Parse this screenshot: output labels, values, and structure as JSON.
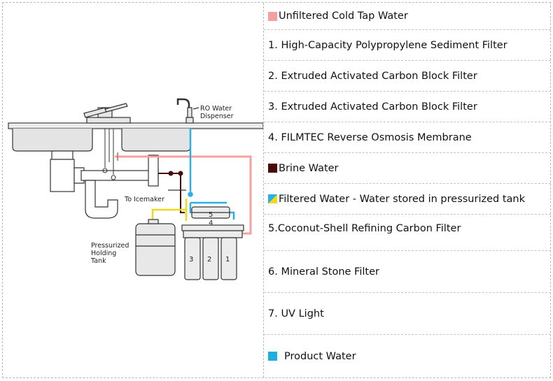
{
  "diagram": {
    "labels": {
      "ro_dispenser_line1": "RO Water",
      "ro_dispenser_line2": "Dispenser",
      "icemaker": "To Icemaker",
      "tank_line1": "Pressurized",
      "tank_line2": "Holding",
      "tank_line3": "Tank",
      "stage_1": "1",
      "stage_2": "2",
      "stage_3": "3",
      "stage_4": "4",
      "stage_5": "5"
    },
    "colors": {
      "unfiltered": "#f4a0a0",
      "brine": "#4a0a0a",
      "filtered": "#2ab0e4",
      "yellow": "#f0d820",
      "product": "#1eaee0"
    }
  },
  "legend": {
    "items": [
      {
        "label": "Unfiltered Cold Tap Water",
        "swatch": "#f4a0a0"
      },
      {
        "label": "1. High-Capacity Polypropylene Sediment Filter",
        "swatch": ""
      },
      {
        "label": "2. Extruded Activated Carbon Block Filter",
        "swatch": ""
      },
      {
        "label": "3. Extruded Activated Carbon Block Filter",
        "swatch": ""
      },
      {
        "label": "4. FILMTEC Reverse Osmosis Membrane",
        "swatch": ""
      },
      {
        "label": "Brine Water",
        "swatch": "#4a0a0a"
      },
      {
        "label": "Filtered Water - Water stored in pressurized tank",
        "swatch": "split"
      },
      {
        "label": "5.Coconut-Shell Refining Carbon Filter",
        "swatch": ""
      },
      {
        "label": "6. Mineral Stone Filter",
        "swatch": ""
      },
      {
        "label": "7. UV Light",
        "swatch": ""
      },
      {
        "label": "Product Water",
        "swatch": "#1eaee0"
      }
    ]
  }
}
